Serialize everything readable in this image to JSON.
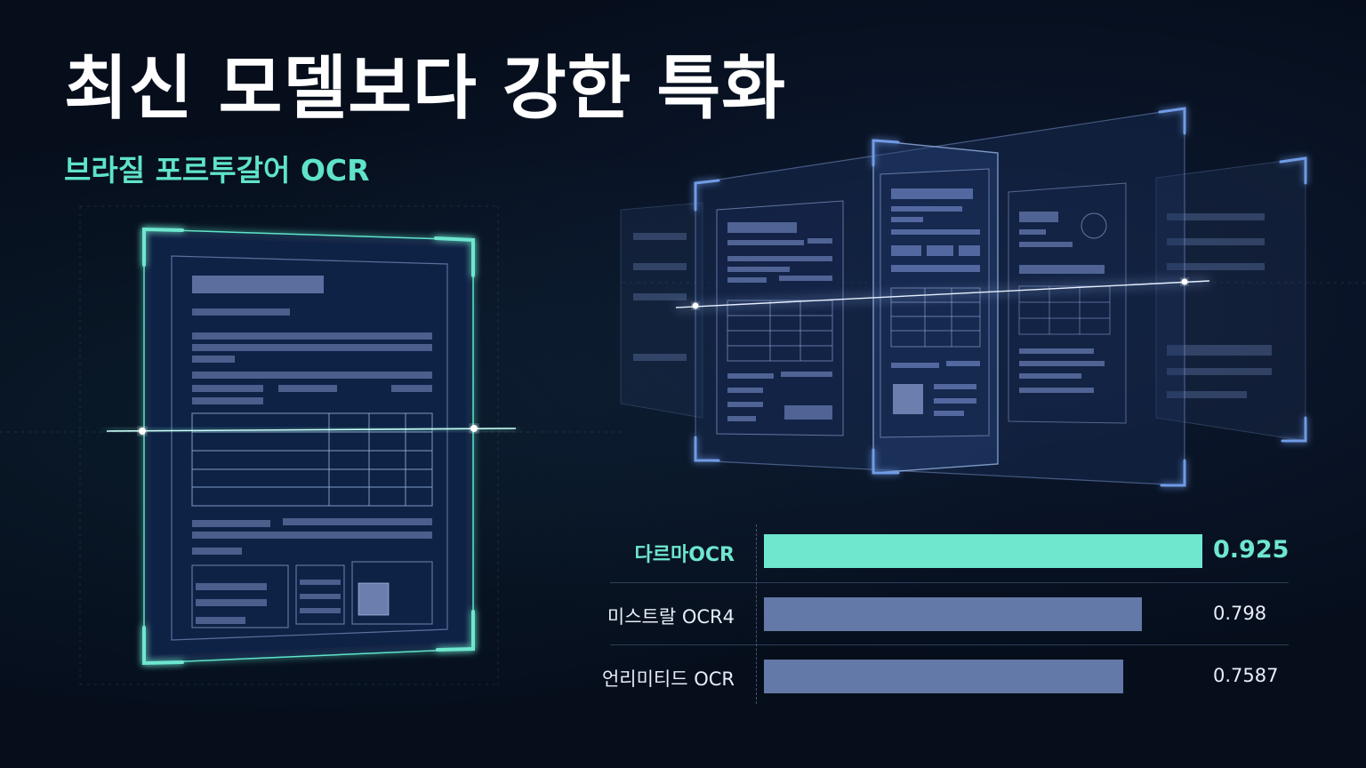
{
  "title": "최신 모델보다 강한 특화",
  "subtitle": "브라질 포르투갈어 OCR",
  "colors": {
    "background": "#060e1c",
    "highlight": "#6ee7cf",
    "bar": "#6379a7",
    "text": "#e8eef8"
  },
  "chart_data": {
    "type": "bar",
    "orientation": "horizontal",
    "categories": [
      "다르마OCR",
      "미스트랄 OCR4",
      "언리미티드 OCR"
    ],
    "values": [
      0.925,
      0.798,
      0.7587
    ],
    "value_labels": [
      "0.925",
      "0.798",
      "0.7587"
    ],
    "highlight_index": 0,
    "xlim": [
      0,
      0.95
    ],
    "grid": false,
    "legend": "none"
  }
}
